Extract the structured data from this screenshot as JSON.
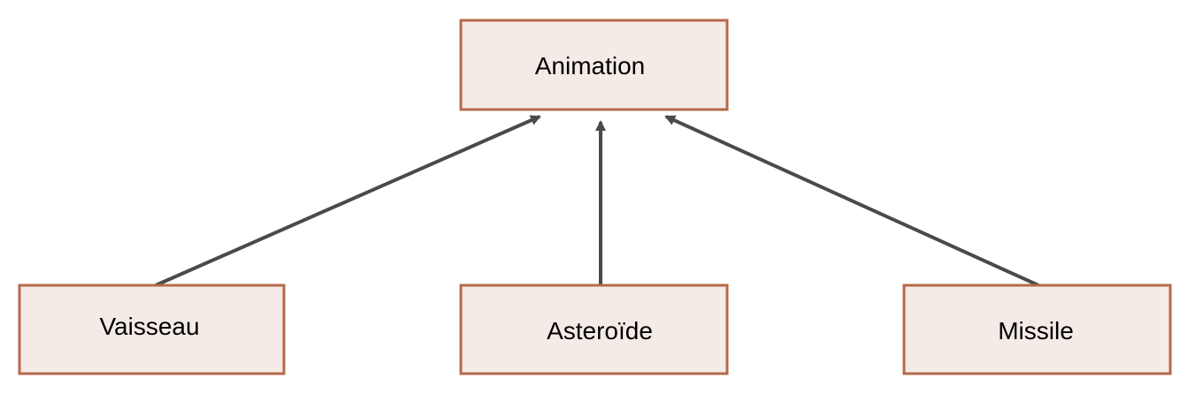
{
  "diagram": {
    "type": "class-hierarchy",
    "nodes": {
      "animation": {
        "label": "Animation"
      },
      "vaisseau": {
        "label": "Vaisseau"
      },
      "asteroide": {
        "label": "Asteroïde"
      },
      "missile": {
        "label": "Missile"
      }
    },
    "edges": [
      {
        "from": "Vaisseau",
        "to": "Animation",
        "style": "arrow"
      },
      {
        "from": "Asteroïde",
        "to": "Animation",
        "style": "arrow"
      },
      {
        "from": "Missile",
        "to": "Animation",
        "style": "arrow"
      }
    ]
  },
  "colors": {
    "node_fill": "#f5ebe6",
    "node_border": "#b5694a",
    "edge": "#4a4a4a",
    "text": "#000000"
  }
}
